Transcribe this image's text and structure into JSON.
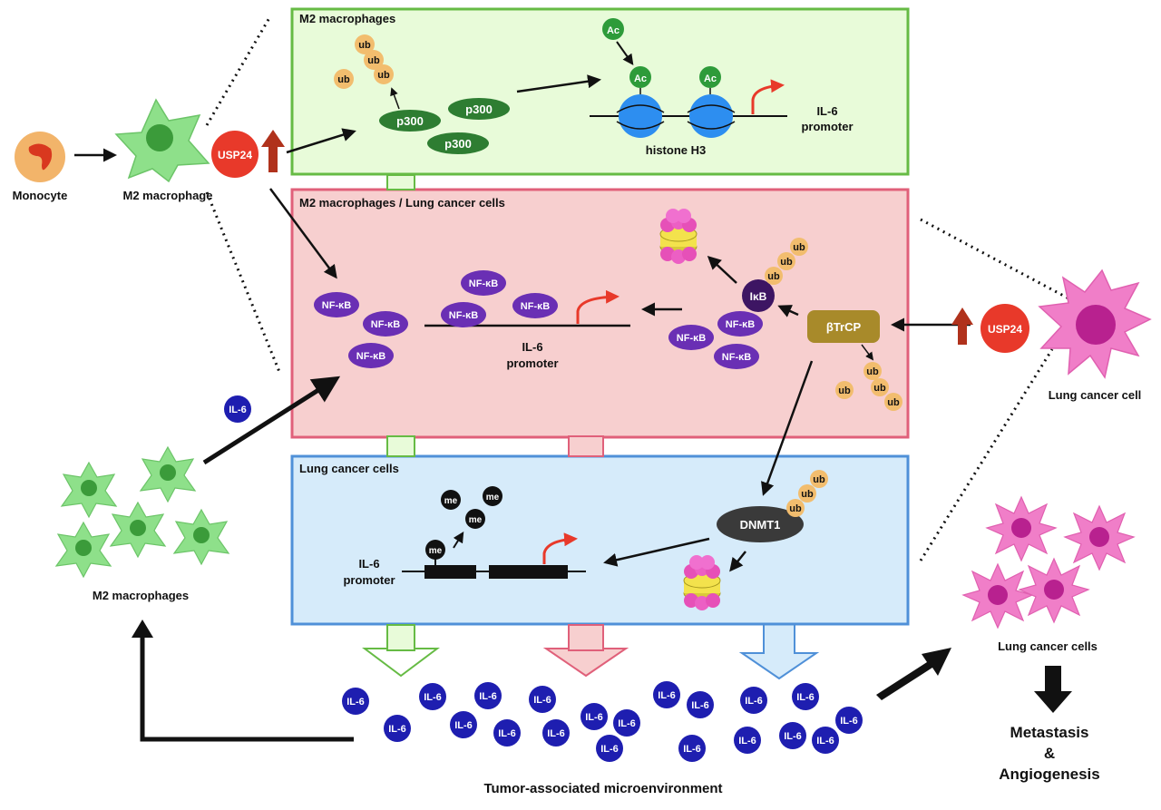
{
  "panels": {
    "top": "M2 macrophages",
    "middle": "M2 macrophages / Lung cancer cells",
    "bottom": "Lung cancer cells"
  },
  "cells": {
    "monocyte": "Monocyte",
    "m2_macrophage": "M2 macrophage",
    "m2_macrophages": "M2 macrophages",
    "lung_cancer_cell": "Lung cancer cell",
    "lung_cancer_cells": "Lung cancer cells"
  },
  "molecules": {
    "usp24": "USP24",
    "ub": "ub",
    "p300": "p300",
    "ac": "Ac",
    "histone": "histone H3",
    "il6_promoter_top": [
      "IL-6",
      "promoter"
    ],
    "nfkb": "NF-κB",
    "il6_promoter_mid": [
      "IL-6",
      "promoter"
    ],
    "ikb": "IκB",
    "btrcp": "βTrCP",
    "dnmt1": "DNMT1",
    "me": "me",
    "il6_promoter_bottom": [
      "IL-6",
      "promoter"
    ],
    "il6": "IL-6"
  },
  "outcomes": {
    "microenvironment": "Tumor-associated microenvironment",
    "metastasis": "Metastasis",
    "amp": "&",
    "angiogenesis": "Angiogenesis"
  },
  "colors": {
    "green_panel": "#e8fbd9",
    "green_border": "#66bb44",
    "pink_panel": "#f7cfcf",
    "pink_border": "#e0607a",
    "blue_panel": "#d6ebfa",
    "blue_border": "#4f90d8",
    "usp24": "#e8392a",
    "up_arrow": "#b0321c",
    "p300": "#2e7d32",
    "nfkb": "#6a2fb4",
    "ikb": "#3d1563",
    "btrcp": "#a88a2a",
    "dnmt1": "#3a3a3a",
    "ub": "#f2bd6e",
    "il6": "#1e1eb0",
    "histone": "#2d8ef0",
    "macrophage": "#8ee08a",
    "cancer_cell": "#f07ec8"
  }
}
